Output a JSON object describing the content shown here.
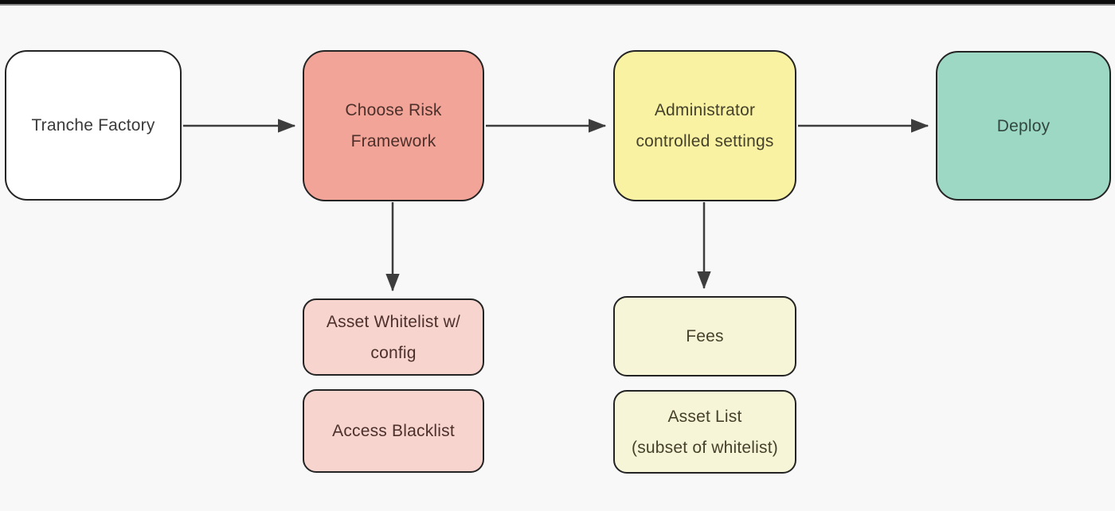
{
  "page": {
    "background_color": "#f8f8f8",
    "top_bar_color": "#0d0d0d"
  },
  "diagram": {
    "arrow_color": "#3d3d3d",
    "border_color": "#242424",
    "nodes": {
      "tranche_factory": {
        "label": "Tranche Factory",
        "lines": [
          "Tranche Factory"
        ],
        "fill": "#ffffff",
        "text_color": "#3a3a3a"
      },
      "choose_risk": {
        "label": "Choose Risk Framework",
        "lines": [
          "Choose Risk",
          "Framework"
        ],
        "fill": "#f1a497",
        "text_color": "#4d302b"
      },
      "admin_settings": {
        "label": "Administrator controlled settings",
        "lines": [
          "Administrator",
          "controlled settings"
        ],
        "fill": "#f8f2a2",
        "text_color": "#45412b"
      },
      "deploy": {
        "label": "Deploy",
        "lines": [
          "Deploy"
        ],
        "fill": "#9dd8c5",
        "text_color": "#31473f"
      },
      "asset_whitelist": {
        "label": "Asset Whitelist w/ config",
        "lines": [
          "Asset Whitelist w/",
          "config"
        ],
        "fill": "#f7d4ce",
        "text_color": "#4d302b"
      },
      "access_blacklist": {
        "label": "Access Blacklist",
        "lines": [
          "Access Blacklist"
        ],
        "fill": "#f7d4ce",
        "text_color": "#4d302b"
      },
      "fees": {
        "label": "Fees",
        "lines": [
          "Fees"
        ],
        "fill": "#f7f5d8",
        "text_color": "#45412b"
      },
      "asset_list": {
        "label": "Asset List (subset of whitelist)",
        "lines": [
          "Asset List",
          "(subset of whitelist)"
        ],
        "fill": "#f7f5d8",
        "text_color": "#45412b"
      }
    },
    "edges": [
      {
        "from": "tranche_factory",
        "to": "choose_risk",
        "direction": "right"
      },
      {
        "from": "choose_risk",
        "to": "admin_settings",
        "direction": "right"
      },
      {
        "from": "admin_settings",
        "to": "deploy",
        "direction": "right"
      },
      {
        "from": "choose_risk",
        "to": "asset_whitelist",
        "direction": "down"
      },
      {
        "from": "admin_settings",
        "to": "fees",
        "direction": "down"
      }
    ]
  }
}
